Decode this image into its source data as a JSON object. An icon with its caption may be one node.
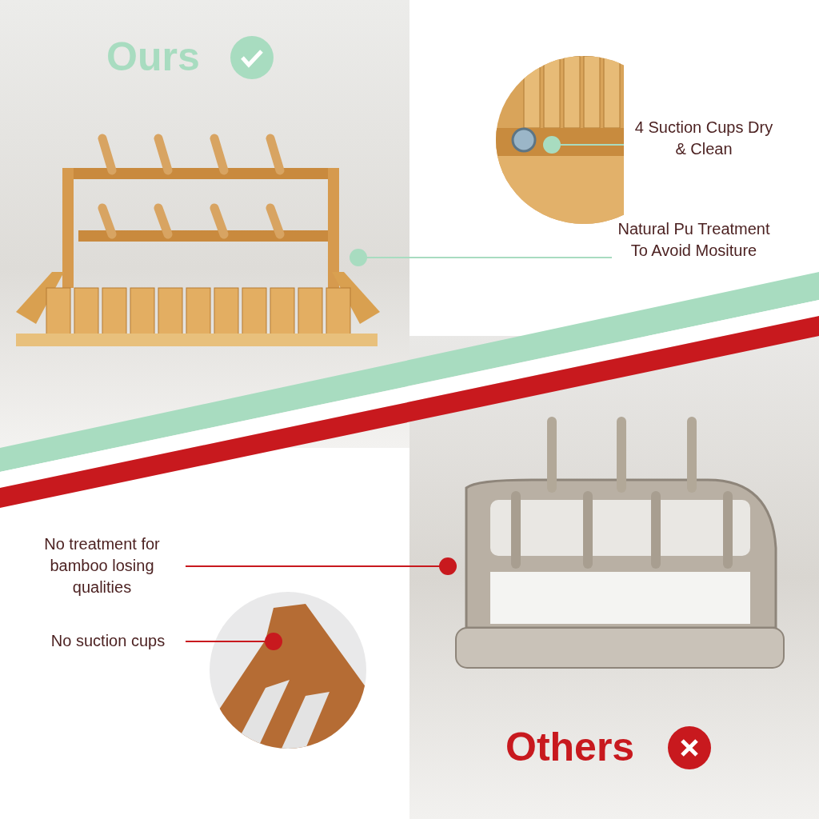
{
  "diagram": {
    "nodes": [
      {
        "text": [
          "4 Suction Cups Dry & Clean"
        ]
      },
      {
        "text": [],
        "shape": "picture"
      },
      {
        "text": [
          "Natural Pu Treatment To Avoid Mositure"
        ]
      },
      {
        "text": [],
        "shape": "picture"
      },
      {
        "text": [
          "No treatment for bamboo losing qualities"
        ]
      },
      {
        "text": [],
        "shape": "picture"
      },
      {
        "text": [
          "No suction cups"
        ]
      },
      {
        "text": [],
        "shape": "picture"
      }
    ],
    "edges": [
      {
        "from": 0,
        "to": 1,
        "arrow": "other"
      },
      {
        "from": 2,
        "to": 3,
        "arrow": "other"
      },
      {
        "from": 4,
        "to": 5,
        "arrow": "other",
        "color": "#c8191e"
      },
      {
        "from": 6,
        "to": 7,
        "arrow": "other",
        "color": "#c8191e"
      }
    ],
    "labels": [
      "Ours",
      "Others"
    ]
  }
}
